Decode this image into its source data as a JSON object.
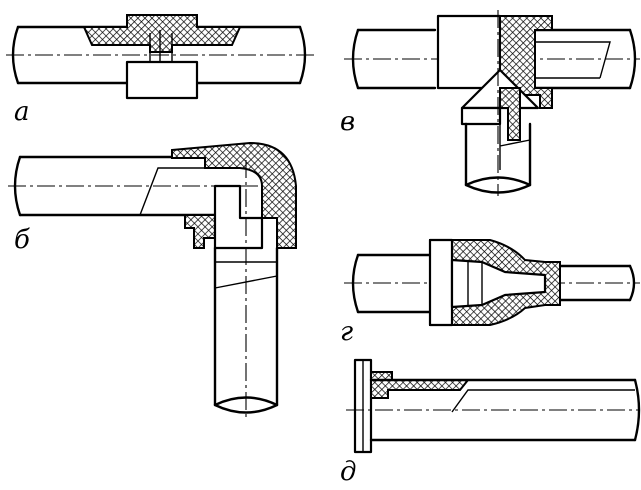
{
  "figure": {
    "labels": {
      "a": "а",
      "b": "б",
      "v": "в",
      "g": "г",
      "d": "д"
    }
  }
}
